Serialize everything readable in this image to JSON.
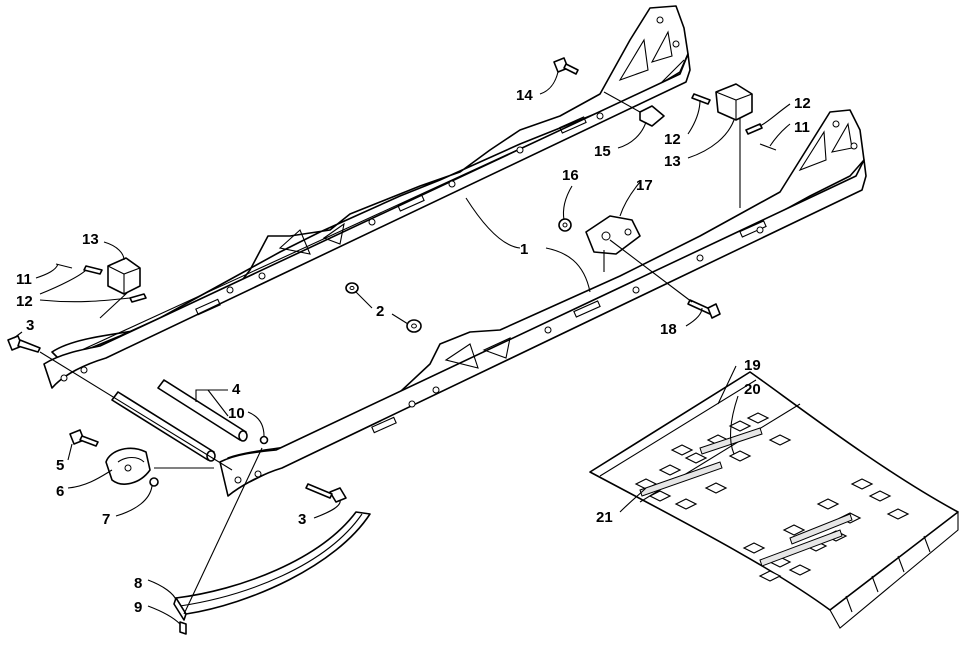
{
  "callouts": [
    {
      "id": "c1",
      "label": "1"
    },
    {
      "id": "c2",
      "label": "2"
    },
    {
      "id": "c3a",
      "label": "3"
    },
    {
      "id": "c3b",
      "label": "3"
    },
    {
      "id": "c4",
      "label": "4"
    },
    {
      "id": "c5",
      "label": "5"
    },
    {
      "id": "c6",
      "label": "6"
    },
    {
      "id": "c7",
      "label": "7"
    },
    {
      "id": "c8",
      "label": "8"
    },
    {
      "id": "c9",
      "label": "9"
    },
    {
      "id": "c10",
      "label": "10"
    },
    {
      "id": "c11a",
      "label": "11"
    },
    {
      "id": "c11b",
      "label": "11"
    },
    {
      "id": "c12a",
      "label": "12"
    },
    {
      "id": "c12b",
      "label": "12"
    },
    {
      "id": "c12c",
      "label": "12"
    },
    {
      "id": "c13a",
      "label": "13"
    },
    {
      "id": "c13b",
      "label": "13"
    },
    {
      "id": "c14",
      "label": "14"
    },
    {
      "id": "c15",
      "label": "15"
    },
    {
      "id": "c16",
      "label": "16"
    },
    {
      "id": "c17",
      "label": "17"
    },
    {
      "id": "c18",
      "label": "18"
    },
    {
      "id": "c19",
      "label": "19"
    },
    {
      "id": "c20",
      "label": "20"
    },
    {
      "id": "c21",
      "label": "21"
    }
  ]
}
